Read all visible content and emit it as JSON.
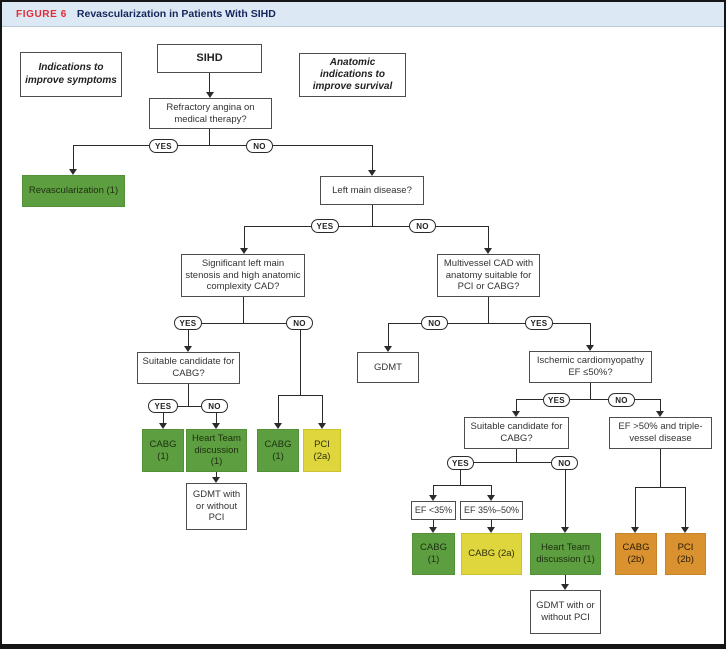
{
  "figure": {
    "tag": "FIGURE 6",
    "title": "Revascularization in Patients With SIHD"
  },
  "labels": {
    "yes": "YES",
    "no": "NO"
  },
  "colors": {
    "class_1_green": "#5d9e40",
    "class_2a_yellow": "#ded63c",
    "class_2b_orange": "#d9922f",
    "header_bg": "#dce8f3",
    "figure_tag_red": "#e22b36",
    "title_navy": "#16265c"
  },
  "nodes": {
    "sihd": "SIHD",
    "indications_symptoms": "Indications to improve symptoms",
    "anatomic_indications": "Anatomic indications to improve survival",
    "refractory_angina": "Refractory angina on medical therapy?",
    "revascularization": "Revascularization (1)",
    "left_main": "Left main disease?",
    "significant_left_main": "Significant left main stenosis and high anatomic complexity CAD?",
    "multivessel_cad": "Multivessel CAD with anatomy suitable for PCI or CABG?",
    "suitable_cabg_left": "Suitable candidate for CABG?",
    "gdmt": "GDMT",
    "ischemic_cardiomyopathy": "Ischemic cardiomyopathy EF ≤50%?",
    "suitable_cabg_right": "Suitable candidate for CABG?",
    "ef_gt50_triple": "EF >50% and triple-vessel disease",
    "ef_lt35": "EF <35%",
    "ef_35_50": "EF 35%–50%",
    "cabg_1_left": "CABG (1)",
    "heart_team_left": "Heart Team discussion (1)",
    "cabg_1_mid": "CABG (1)",
    "pci_2a": "PCI (2a)",
    "gdmt_pci_left": "GDMT with or without PCI",
    "cabg_1_right": "CABG (1)",
    "cabg_2a": "CABG (2a)",
    "heart_team_right": "Heart Team discussion (1)",
    "cabg_2b": "CABG (2b)",
    "pci_2b": "PCI (2b)",
    "gdmt_pci_right": "GDMT with or without PCI"
  }
}
